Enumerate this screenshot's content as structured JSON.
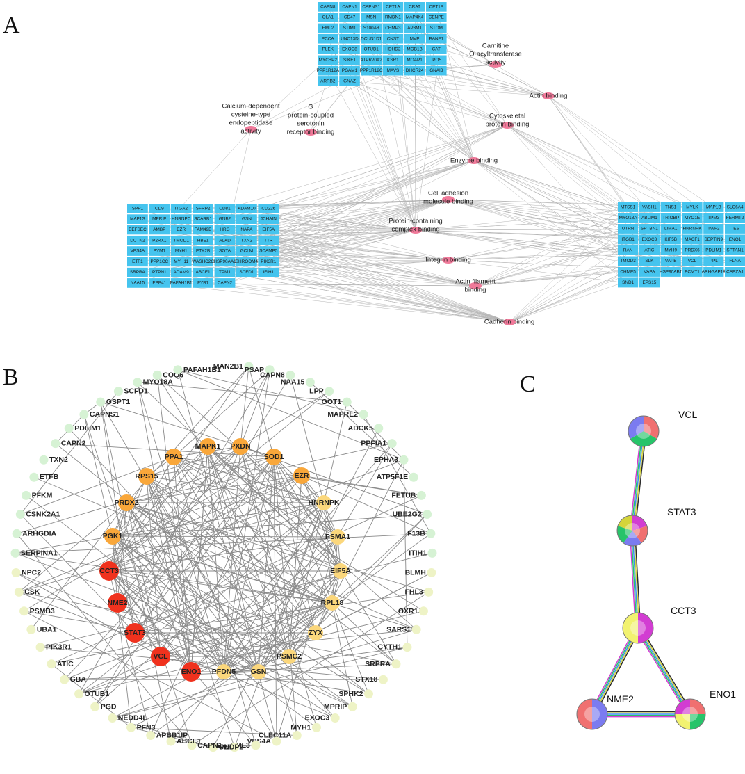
{
  "panel_labels": {
    "a": "A",
    "b": "B",
    "c": "C"
  },
  "colors": {
    "gene_box": "#45c4ee",
    "term_node": "#f07a9a",
    "edge": "#b5b5b5",
    "hub_red": "#f0321e",
    "hub_orange": "#f9a73a",
    "hub_yellow": "#fbd77c",
    "hub_pale": "#eef3c6",
    "hub_green": "#d6f2d4"
  },
  "panel_a": {
    "top_block": [
      [
        "CAPN8",
        "CAPN1",
        "CAPNS1",
        "CPT1A",
        "CRAT",
        "CPT1B"
      ],
      [
        "OLA1",
        "CD47",
        "MSN",
        "RMDN1",
        "MAP4K4",
        "CENPE"
      ],
      [
        "EML2",
        "STIM1",
        "S100A8",
        "CHMP3",
        "AP3M1",
        "STOM"
      ],
      [
        "PCCA",
        "UNC13D",
        "DCUN1D1",
        "CNST",
        "MVP",
        "BANF1"
      ],
      [
        "PLEK",
        "EXOC8",
        "OTUB1",
        "HDHD2",
        "MOB1B",
        "CAT"
      ],
      [
        "MYCBP2",
        "SIKE1",
        "ATP6V0A2",
        "KSR1",
        "MOAP1",
        "IPO5"
      ],
      [
        "PPP1R12A",
        "PGAM1",
        "PPP1R12C",
        "MAVS",
        "DHCR24",
        "GNAI3"
      ],
      [
        "ARRB2",
        "GNAZ"
      ]
    ],
    "left_block": [
      [
        "SPP1",
        "CD9",
        "ITGA2",
        "SFRP2",
        "CD81",
        "ADAM10",
        "CD226"
      ],
      [
        "MAP1S",
        "MPRIP",
        "HNRNPC",
        "SCARB1",
        "GNB2",
        "GSN",
        "JCHAIN"
      ],
      [
        "EEFSEC",
        "AMBP",
        "EZR",
        "FAM49B",
        "HRG",
        "NAPA",
        "EIF5A"
      ],
      [
        "DCTN2",
        "P2RX1",
        "TMOD1",
        "HBE1",
        "ALAD",
        "TXN2",
        "TTR"
      ],
      [
        "VPS4A",
        "PYM1",
        "MYH1",
        "PTK2B",
        "SGTA",
        "GCLM",
        "SCAMP5"
      ],
      [
        "ETF1",
        "PPP1CC",
        "MYH11",
        "WASHC2C",
        "HSP90AA1",
        "SHROOM4",
        "PIK3R1"
      ],
      [
        "SRPRA",
        "PTPN1",
        "ADAM9",
        "ABCE1",
        "TPM1",
        "SCFD1",
        "IFIH1"
      ],
      [
        "NAA15",
        "EPB41",
        "PAFAH1B1",
        "FYB1",
        "CAPN2"
      ]
    ],
    "right_block": [
      [
        "MTSS1",
        "VASH1",
        "TNS1",
        "MYLK",
        "MAP1B",
        "SLC6A4"
      ],
      [
        "MYO18A",
        "ABLIM1",
        "TRIOBP",
        "MYO1E",
        "TPM3",
        "FERMT2"
      ],
      [
        "UTRN",
        "SPTBN1",
        "LIMA1",
        "HNRNPK",
        "TWF2",
        "TES"
      ],
      [
        "ITGB1",
        "EXOC3",
        "KIF5B",
        "MACF1",
        "SEPTIN9",
        "ENO1"
      ],
      [
        "RAN",
        "ATIC",
        "MYH9",
        "PRDX6",
        "PDLIM1",
        "SPTAN1"
      ],
      [
        "TMOD3",
        "SLK",
        "VAPB",
        "VCL",
        "PPL",
        "FLNA"
      ],
      [
        "CHMP5",
        "VAPA",
        "HSP90AB1",
        "PCMT1",
        "ARHGAP18",
        "CAPZA1"
      ],
      [
        "SND1",
        "EPS15"
      ]
    ],
    "terms": [
      {
        "lines": [
          "Carnitine",
          "O-acyltransferase",
          "activity"
        ]
      },
      {
        "lines": [
          "Actin binding"
        ]
      },
      {
        "lines": [
          "Calcium-dependent",
          "cysteine-type",
          "endopeptidase",
          "activity"
        ]
      },
      {
        "lines": [
          "G",
          "protein-coupled",
          "serotonin",
          "receptor binding"
        ]
      },
      {
        "lines": [
          "Cytoskeletal",
          "protein binding"
        ]
      },
      {
        "lines": [
          "Enzyme binding"
        ]
      },
      {
        "lines": [
          "Cell adhesion",
          "molecule binding"
        ]
      },
      {
        "lines": [
          "Protein-containing",
          "complex binding"
        ]
      },
      {
        "lines": [
          "Integrin binding"
        ]
      },
      {
        "lines": [
          "Actin filament",
          "binding"
        ]
      },
      {
        "lines": [
          "Cadherin binding"
        ]
      }
    ]
  },
  "panel_b": {
    "hubs": [
      {
        "label": "MAPK1",
        "level": "orange"
      },
      {
        "label": "PXDN",
        "level": "orange"
      },
      {
        "label": "PPA1",
        "level": "orange"
      },
      {
        "label": "SOD1",
        "level": "orange"
      },
      {
        "label": "RPS15",
        "level": "orange"
      },
      {
        "label": "EZR",
        "level": "orange"
      },
      {
        "label": "PRDX2",
        "level": "orange"
      },
      {
        "label": "HNRNPK",
        "level": "yellow"
      },
      {
        "label": "PGK1",
        "level": "orange"
      },
      {
        "label": "PSMA1",
        "level": "yellow"
      },
      {
        "label": "CCT3",
        "level": "red"
      },
      {
        "label": "EIF5A",
        "level": "yellow"
      },
      {
        "label": "NME2",
        "level": "red"
      },
      {
        "label": "RPL18",
        "level": "yellow"
      },
      {
        "label": "STAT3",
        "level": "red"
      },
      {
        "label": "ZYX",
        "level": "yellow"
      },
      {
        "label": "VCL",
        "level": "red"
      },
      {
        "label": "ENO1",
        "level": "red"
      },
      {
        "label": "PFDN5",
        "level": "yellow"
      },
      {
        "label": "GSN",
        "level": "yellow"
      },
      {
        "label": "PSMC2",
        "level": "yellow"
      }
    ],
    "ring": [
      "MAN2B1",
      "PSAP",
      "CAPN8",
      "NAA15",
      "LPP",
      "GOT1",
      "MAPRE2",
      "ADCK5",
      "PPFIA1",
      "EPHA3",
      "ATP5F1E",
      "FETUB",
      "UBE2G2",
      "F13B",
      "ITIH1",
      "BLMH",
      "FHL3",
      "OXR1",
      "SARS1",
      "CYTH1",
      "SRPRA",
      "STX18",
      "SPHK2",
      "MPRIP",
      "EXOC3",
      "MYH1",
      "CLEC11A",
      "VPS4A",
      "EML3",
      "PPL",
      "CNDP2",
      "CAPN1",
      "ABCE1",
      "APBB1IP",
      "PFN3",
      "NEDD4L",
      "PGD",
      "OTUB1",
      "GBA",
      "ATIC",
      "PIK3R1",
      "UBA1",
      "PSMB3",
      "CSK",
      "NPC2",
      "SERPINA1",
      "ARHGDIA",
      "CSNK2A1",
      "PFKM",
      "ETFB",
      "TXN2",
      "CAPN2",
      "PDLIM1",
      "CAPNS1",
      "GSPT1",
      "SCFD1",
      "MYO18A",
      "COQ6",
      "PAFAH1B1"
    ]
  },
  "panel_c": {
    "nodes": [
      "VCL",
      "STAT3",
      "CCT3",
      "NME2",
      "ENO1"
    ],
    "edge_colors": [
      "#2b2b2b",
      "#d4d43a",
      "#3b8ef0",
      "#27c46a",
      "#d23dd2"
    ]
  }
}
